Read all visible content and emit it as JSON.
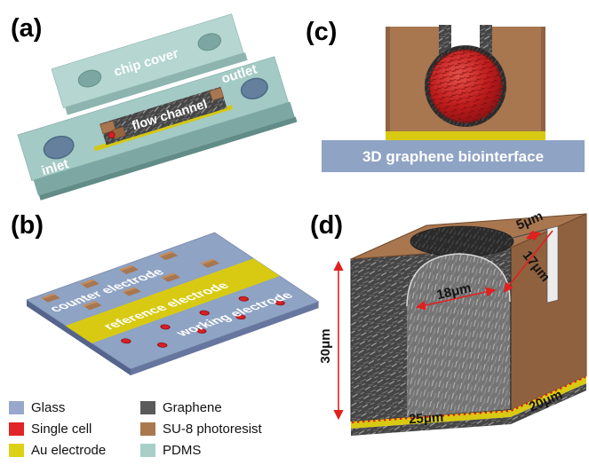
{
  "figure": {
    "panel_labels": {
      "a": "(a)",
      "b": "(b)",
      "c": "(c)",
      "d": "(d)"
    }
  },
  "panel_a": {
    "chip_cover": "chip cover",
    "flow_channel": "flow channel",
    "inlet": "inlet",
    "outlet": "outlet"
  },
  "panel_b": {
    "counter_electrode": "counter electrode",
    "reference_electrode": "reference electrode",
    "working_electrode": "working electrode"
  },
  "panel_c": {
    "caption": "3D graphene biointerface"
  },
  "panel_d": {
    "dim_5": "5μm",
    "dim_17": "17μm",
    "dim_18": "18μm",
    "dim_30": "30μm",
    "dim_25": "25μm",
    "dim_20": "20μm"
  },
  "legend": {
    "items": [
      {
        "label": "Glass",
        "color": "#98a8cc"
      },
      {
        "label": "Single cell",
        "color": "#e02427"
      },
      {
        "label": "Au electrode",
        "color": "#ddd116"
      },
      {
        "label": "Graphene",
        "color": "#5a5a5a"
      },
      {
        "label": "SU-8 photoresist",
        "color": "#a9784f"
      },
      {
        "label": "PDMS",
        "color": "#a9cfc9"
      }
    ]
  },
  "colors": {
    "dimension_arrow": "#e0201f",
    "glass": "#8fa3c4",
    "pdms_top": "#a4cac5",
    "su8_top": "#a8764f",
    "au": "#d8ca12",
    "graphene_dark": "#454545",
    "cell_red": "#c01d1d"
  }
}
